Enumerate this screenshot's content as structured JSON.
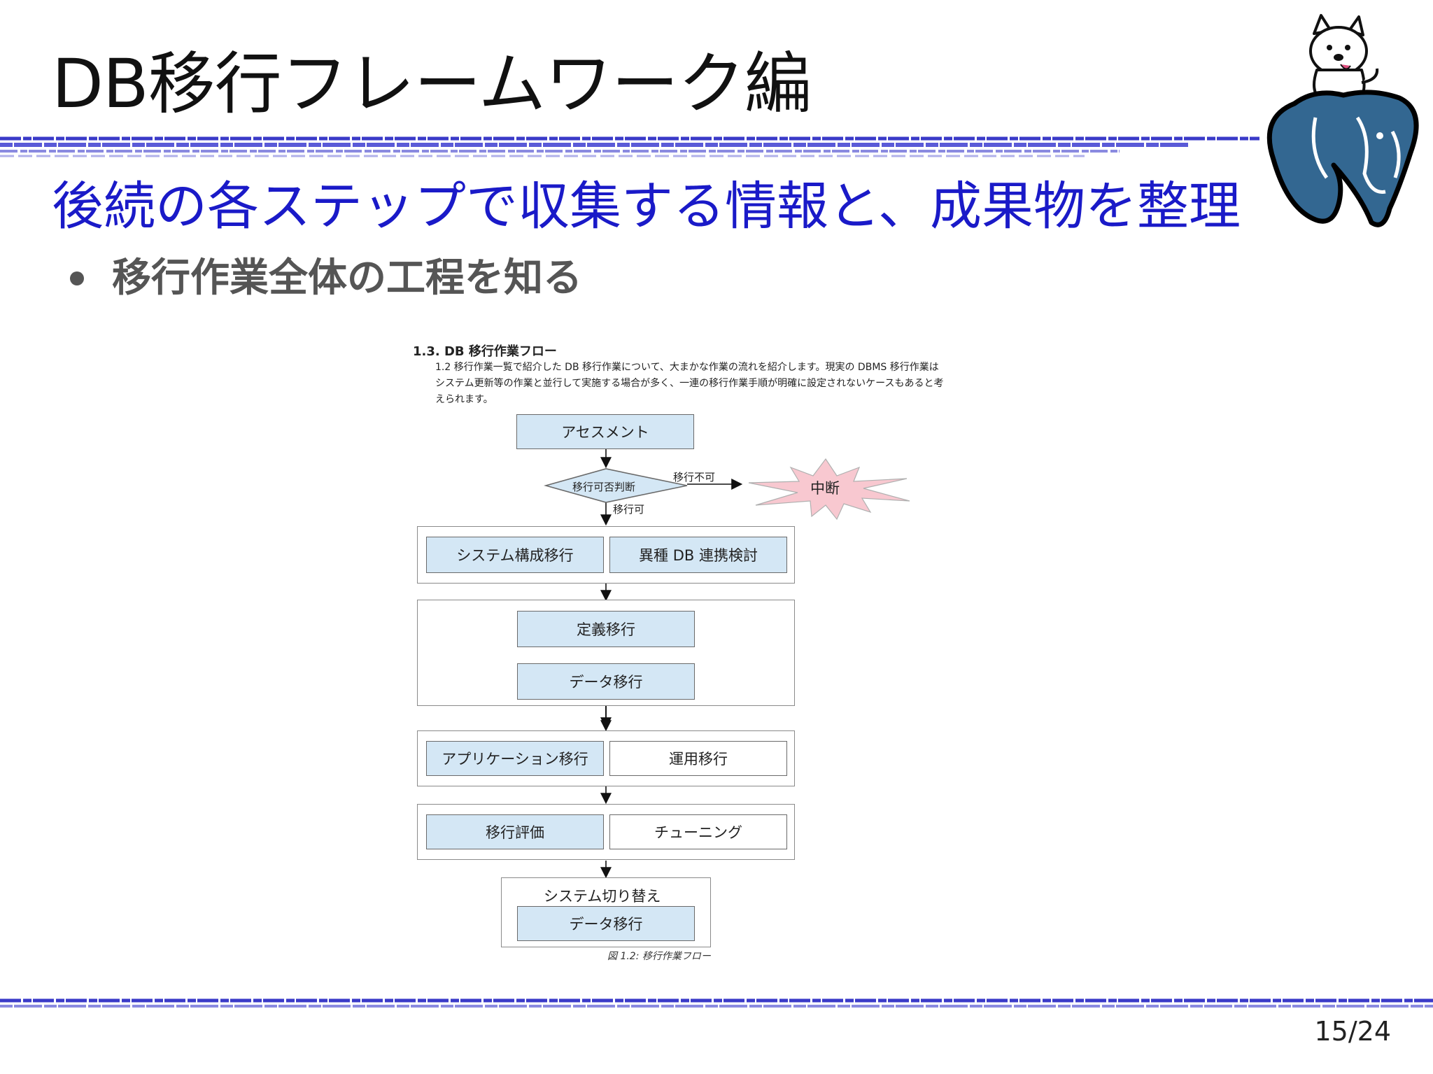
{
  "slide": {
    "title": "DB移行フレームワーク編",
    "subtitle": "後続の各ステップで収集する情報と、成果物を整理",
    "bullet": "移行作業全体の工程を知る",
    "page_number": "15/24"
  },
  "colors": {
    "title": "#111111",
    "subtitle": "#1a1ac8",
    "rule": "#3a3ac8",
    "step_fill": "#d4e7f5",
    "burst_fill": "#f8c8d0",
    "mascot_elephant": "#336791"
  },
  "mascot": {
    "icon": "postgresql-elephant-with-dog-icon"
  },
  "document": {
    "heading": "1.3. DB 移行作業フロー",
    "paragraph_lines": [
      "1.2 移行作業一覧で紹介した DB 移行作業について、大まかな作業の流れを紹介します。現実の DBMS 移行作業は",
      "システム更新等の作業と並行して実施する場合が多く、一連の移行作業手順が明確に設定されないケースもあると考",
      "えられます。"
    ],
    "caption": "図 1.2: 移行作業フロー"
  },
  "flow": {
    "assessment": "アセスメント",
    "decision": "移行可否判断",
    "no_label": "移行不可",
    "yes_label": "移行可",
    "abort": "中断",
    "stage1": [
      "システム構成移行",
      "異種 DB 連携検討"
    ],
    "stage2": [
      "定義移行",
      "データ移行"
    ],
    "stage3": [
      "アプリケーション移行",
      "運用移行"
    ],
    "stage4": [
      "移行評価",
      "チューニング"
    ],
    "stage5_title": "システム切り替え",
    "stage5_step": "データ移行"
  }
}
